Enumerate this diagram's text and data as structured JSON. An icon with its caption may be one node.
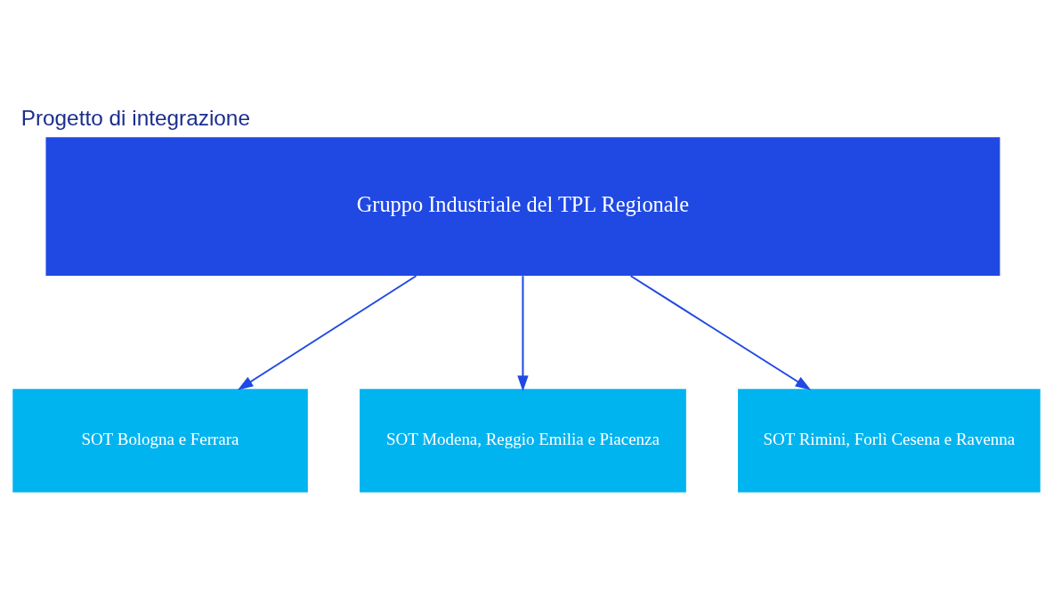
{
  "diagram": {
    "title": "Progetto di integrazione",
    "nodes": [
      {
        "text": [
          "Gruppo Industriale del TPL Regionale"
        ]
      },
      {
        "text": [
          "SOT Bologna e Ferrara"
        ]
      },
      {
        "text": [
          "SOT Modena, Reggio Emilia e Piacenza"
        ]
      },
      {
        "text": [
          "SOT Rimini, Forlì Cesena e Ravenna"
        ]
      }
    ],
    "edges": [
      {
        "from": 0,
        "to": 1,
        "arrow": "to"
      },
      {
        "from": 0,
        "to": 2,
        "arrow": "to"
      },
      {
        "from": 0,
        "to": 3,
        "arrow": "to"
      }
    ]
  }
}
